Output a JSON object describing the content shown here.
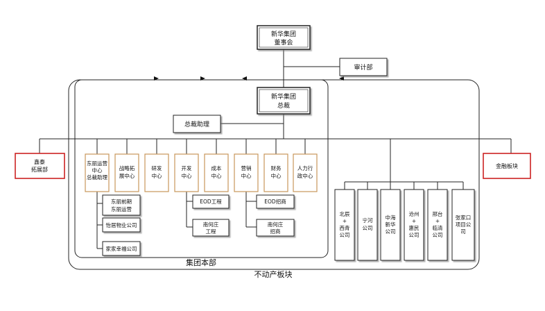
{
  "board": [
    "新华集团",
    "董事会"
  ],
  "president": [
    "新华集团",
    "总裁"
  ],
  "audit": "审计部",
  "assistant": "总裁助理",
  "left_red": [
    "鑫泰",
    "拓展部"
  ],
  "right_red": "金融板块",
  "centers": [
    [
      "东丽运营",
      "中心",
      "总裁助理"
    ],
    [
      "战略拓",
      "展中心"
    ],
    [
      "研发",
      "中心"
    ],
    [
      "开发",
      "中心"
    ],
    [
      "成本",
      "中心"
    ],
    [
      "营销",
      "中心"
    ],
    [
      "财务",
      "中心"
    ],
    [
      "人力行",
      "政中心"
    ]
  ],
  "sub_dongli": [
    [
      "东丽前期",
      "东丽运营"
    ],
    [
      "怡居物业公司"
    ],
    [
      "家家幸福公司"
    ]
  ],
  "sub_kaifa": [
    "EOD工程",
    [
      "南何庄",
      "工程"
    ]
  ],
  "sub_yingxiao": [
    "EOD招商",
    [
      "南何庄",
      "招商"
    ]
  ],
  "companies": [
    [
      "北辰",
      "+",
      "西青",
      "公司"
    ],
    [
      "宁河",
      "公司"
    ],
    [
      "中海",
      "新华",
      "公司"
    ],
    [
      "沧州",
      "+",
      "惠民",
      "公司"
    ],
    [
      "邢台",
      "+",
      "临清",
      "公司"
    ],
    [
      "张家口",
      "项目公",
      "司"
    ]
  ],
  "inner_label": "集团本部",
  "outer_label": "不动产板块",
  "colors": {
    "line": "#222222",
    "accent_orange": "#c8975a",
    "accent_red": "#cc2222"
  }
}
